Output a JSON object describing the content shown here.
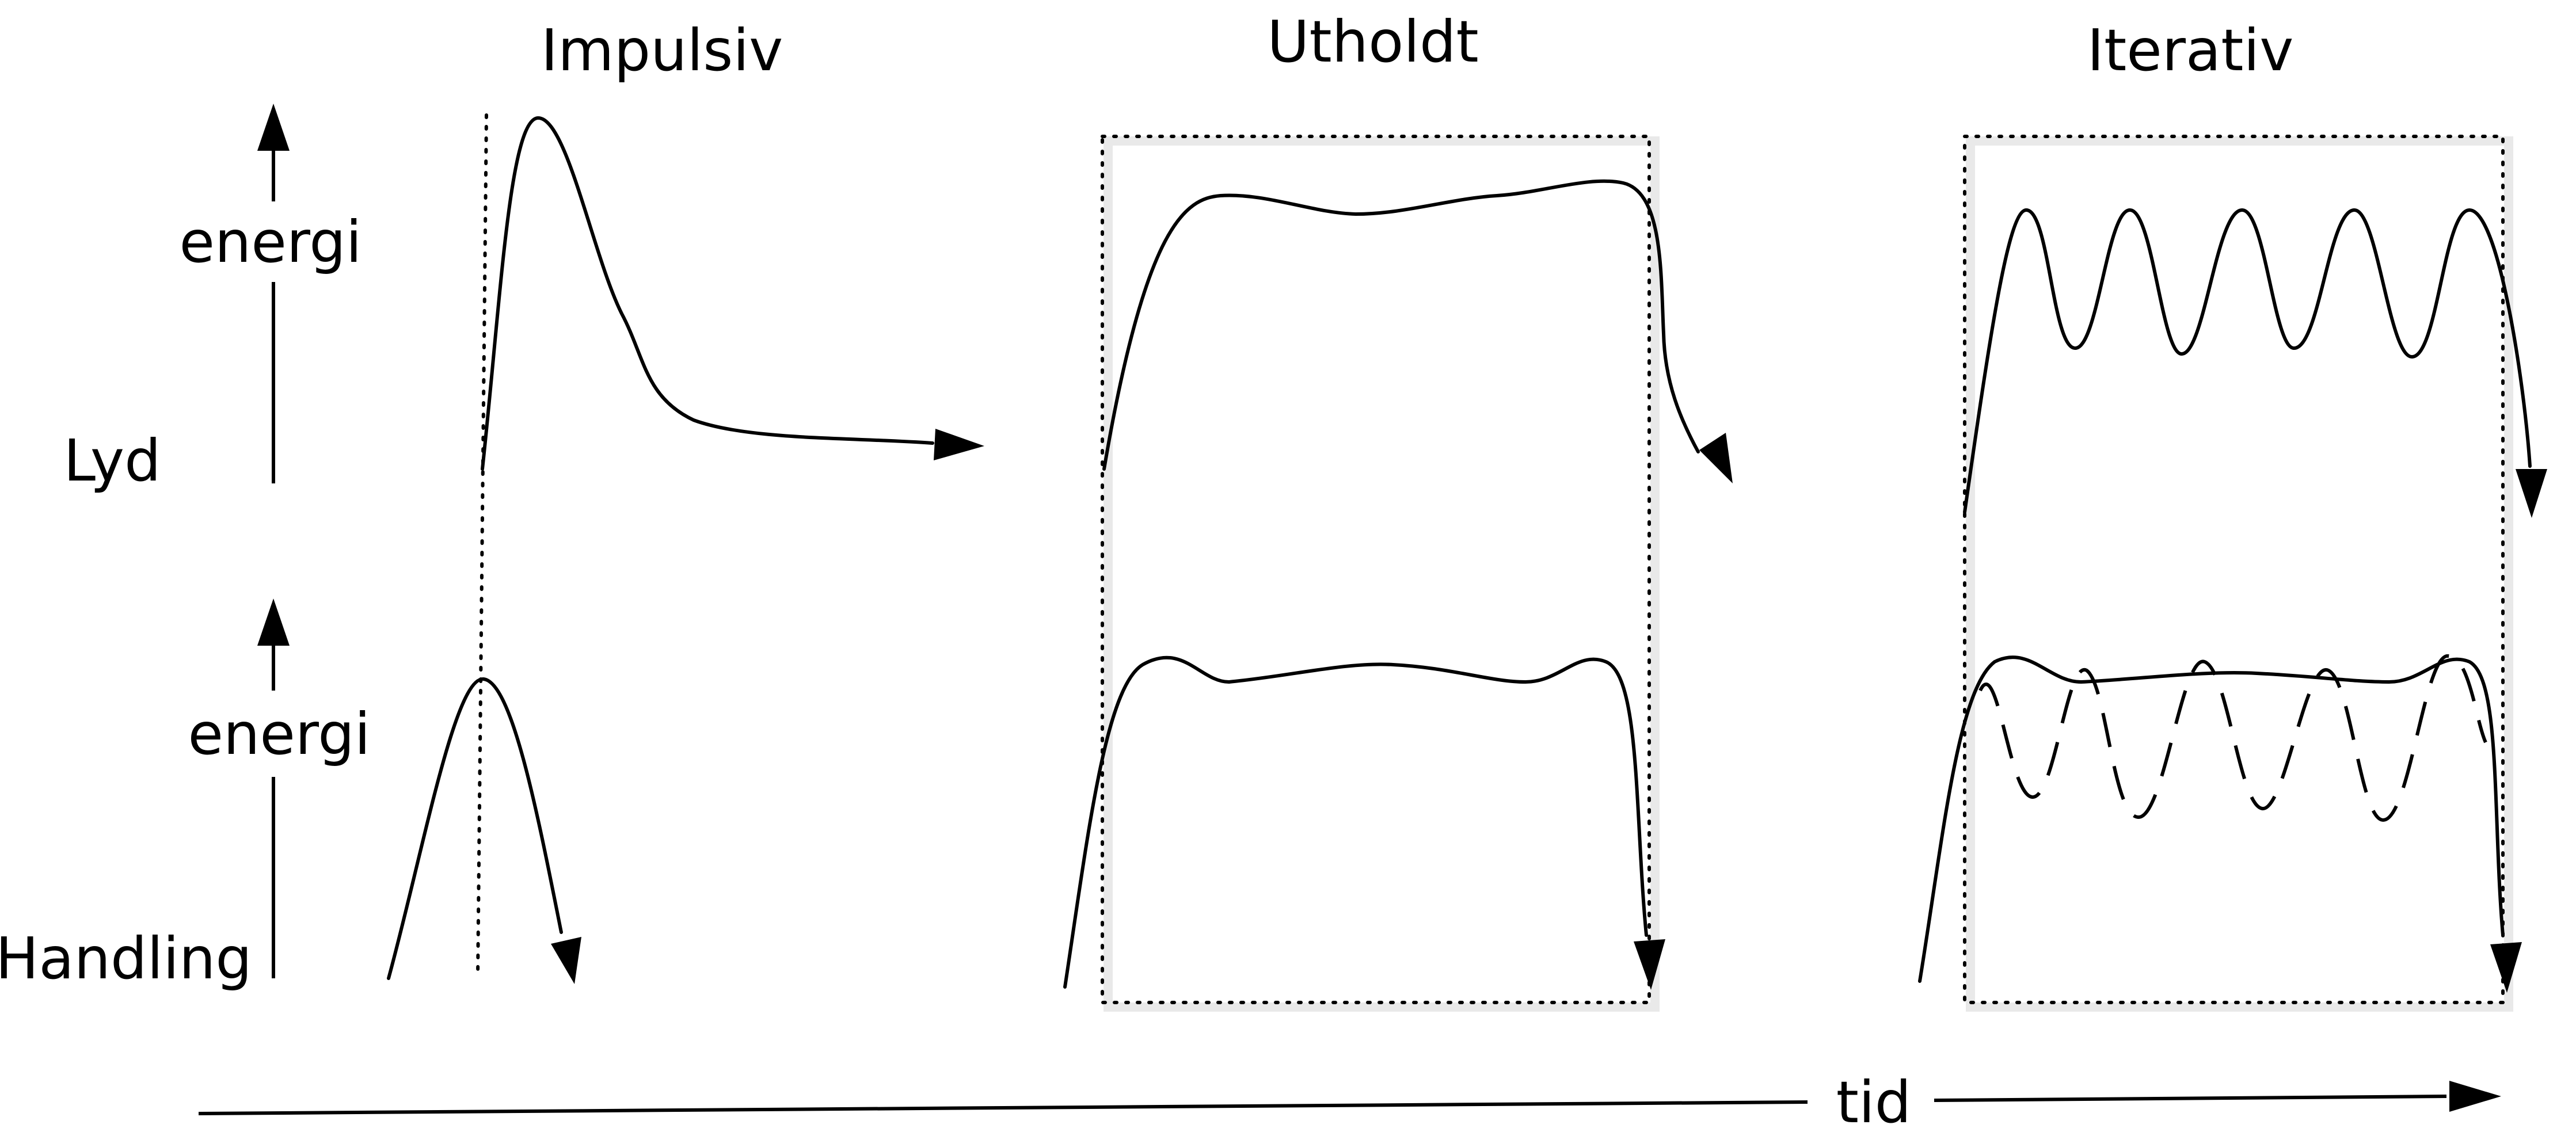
{
  "titles": {
    "impulsive": "Impulsiv",
    "sustained": "Utholdt",
    "iterative": "Iterativ"
  },
  "axis_labels": {
    "energy_top": "energi",
    "sound": "Lyd",
    "energy_bottom": "energi",
    "action": "Handling",
    "time": "tid"
  },
  "icons": {
    "arrow": "arrow-icon"
  }
}
